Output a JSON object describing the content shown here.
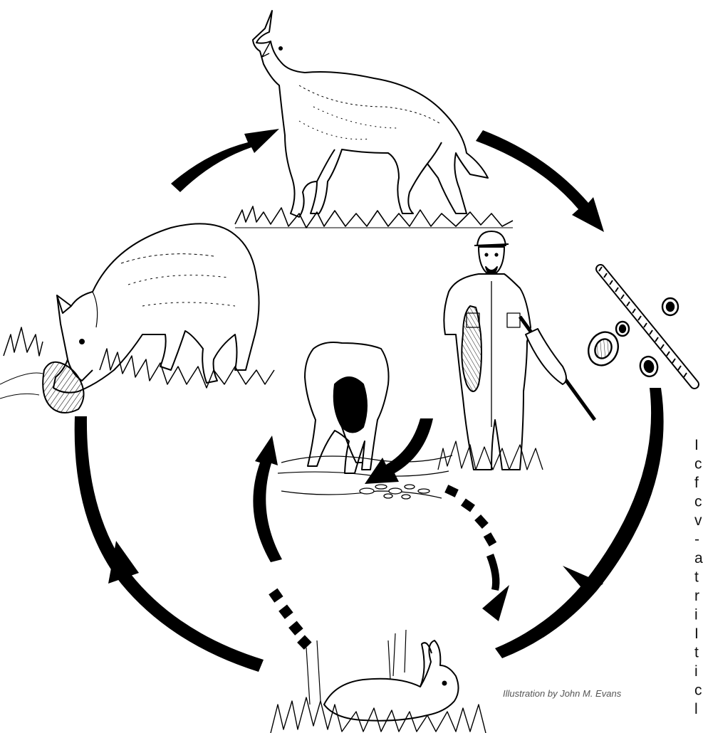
{
  "figure": {
    "credit": "Illustration by John M. Evans",
    "clipped_column_letters": [
      "I",
      "c",
      "f",
      "c",
      "v",
      "-",
      "a",
      "t",
      "r",
      "i",
      "I",
      "t",
      "i",
      "c",
      "l"
    ]
  },
  "illustrations": [
    {
      "id": "coyote-howling",
      "label": "howling coyote"
    },
    {
      "id": "coyote-eating",
      "label": "coyote eating carcass"
    },
    {
      "id": "hunter",
      "label": "hunter with rifle and rabbit"
    },
    {
      "id": "parasite",
      "label": "tapeworm segment and eggs"
    },
    {
      "id": "dog-feeding",
      "label": "dog at carcass remains"
    },
    {
      "id": "rabbit",
      "label": "rabbit in grass"
    }
  ],
  "colors": {
    "ink": "#000000",
    "paper": "#ffffff",
    "fill_light": "#eeeeee",
    "fill_mid": "#bbbbbb"
  }
}
